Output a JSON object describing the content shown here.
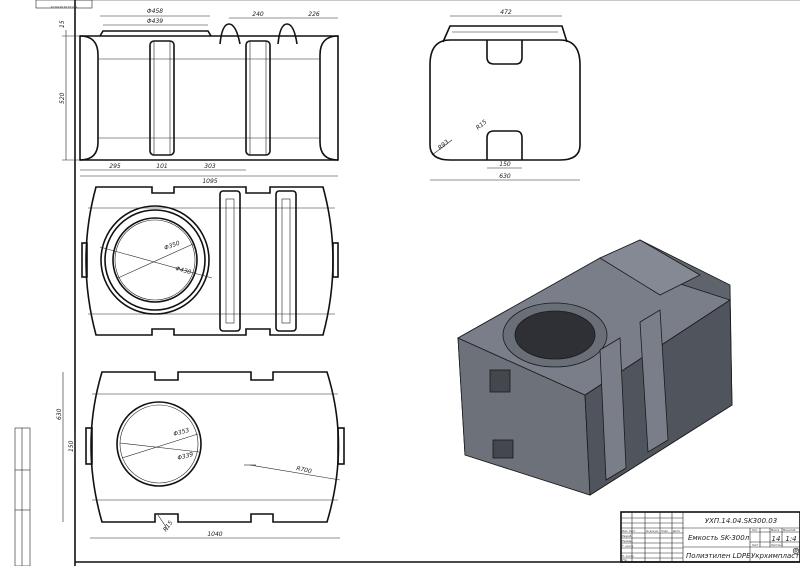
{
  "stamp_top": "УХП.14.04.SK300.03",
  "front_view": {
    "d458": "Φ458",
    "d439": "Φ439",
    "h15": "15",
    "w240": "240",
    "w226": "226",
    "h520": "520",
    "w295": "295",
    "w101": "101",
    "w303": "303",
    "w1095": "1095"
  },
  "top_view": {
    "d350": "Φ350",
    "d430": "Φ430"
  },
  "bottom_view": {
    "d353": "Φ353",
    "d339": "Φ339",
    "r700": "R700",
    "r15": "R15",
    "h630": "630",
    "h150": "150",
    "w1040": "1040"
  },
  "side_view": {
    "w472": "472",
    "r93": "R93",
    "r15": "R15",
    "w150": "150",
    "w630": "630"
  },
  "title_block": {
    "designation": "УХП.14.04.SK300.03",
    "name": "Емкость SK-300л",
    "material": "Полиэтилен LDPE",
    "company": "Укрхимпласт",
    "mass": "14",
    "scale": "1:4",
    "col_lit": "Лит.",
    "col_mass": "Масса",
    "col_scale": "Масштаб",
    "col_sheet": "Лист",
    "col_sheets": "Листов 1",
    "rows": [
      "Изм. Лист",
      "№ докум.",
      "Подп.",
      "Дата",
      "Разраб.",
      "Провер.",
      "Т. контр.",
      "Н. контр.",
      "Утв."
    ]
  },
  "colors": {
    "line": "#111111",
    "tank_3d": "#6b6f78"
  }
}
